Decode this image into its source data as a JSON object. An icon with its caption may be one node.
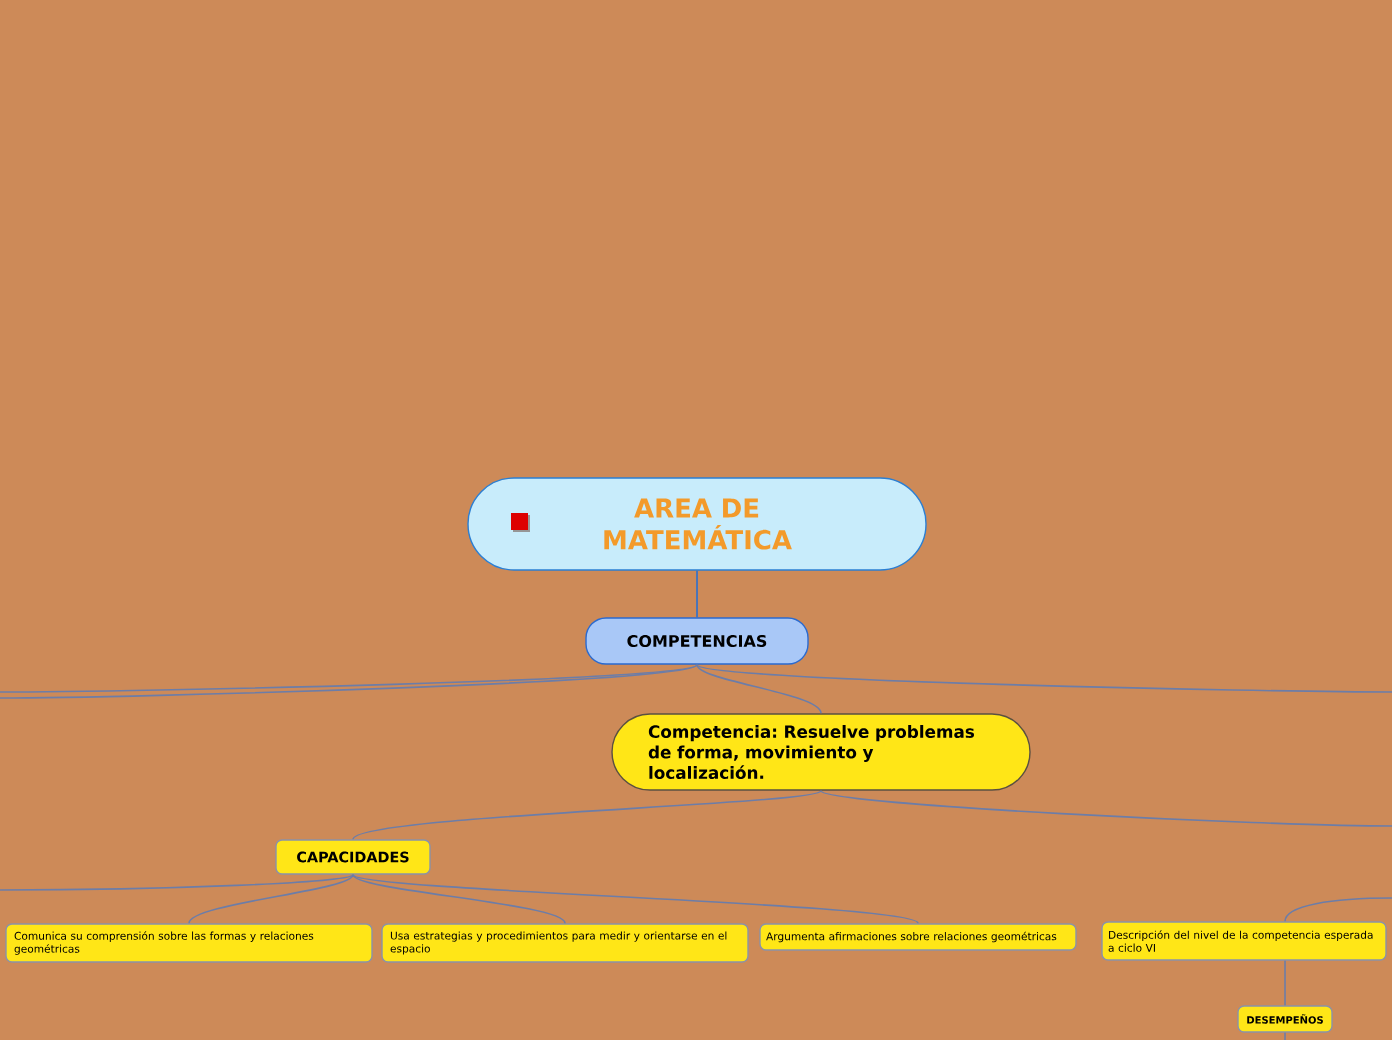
{
  "diagram": {
    "nodes": [
      {
        "text": [
          "AREA DE MATEMÁTICA"
        ]
      },
      {
        "text": [
          "COMPETENCIAS"
        ]
      },
      {
        "text": [
          "Competencia: Resuelve problemas de forma, movimiento y localización."
        ]
      },
      {
        "text": [
          "CAPACIDADES"
        ]
      },
      {
        "text": [
          "Comunica su comprensión sobre las formas y relaciones geométricas"
        ]
      },
      {
        "text": [
          "Usa estrategias y procedimientos para medir y orientarse en el espacio"
        ]
      },
      {
        "text": [
          "Argumenta afirmaciones sobre relaciones geométricas"
        ]
      },
      {
        "text": [
          "Descripción del nivel de la competencia esperada a ciclo VI"
        ]
      },
      {
        "text": [
          "DESEMPEÑOS"
        ]
      }
    ],
    "edges": [
      {
        "from": 0,
        "to": 1,
        "arrow": "none",
        "color": "#2a6fd0"
      },
      {
        "from": 1,
        "to": 2,
        "arrow": "none"
      },
      {
        "from": 1,
        "to": null,
        "arrow": "none"
      },
      {
        "from": 1,
        "to": null,
        "arrow": "none"
      },
      {
        "from": 1,
        "to": null,
        "arrow": "none"
      },
      {
        "from": 2,
        "to": 3,
        "arrow": "none"
      },
      {
        "from": 2,
        "to": null,
        "arrow": "none"
      },
      {
        "from": 3,
        "to": 4,
        "arrow": "none"
      },
      {
        "from": 3,
        "to": 5,
        "arrow": "none"
      },
      {
        "from": 3,
        "to": 6,
        "arrow": "none"
      },
      {
        "from": 3,
        "to": null,
        "arrow": "none"
      },
      {
        "from": 7,
        "to": 8,
        "arrow": "none"
      },
      {
        "from": 7,
        "to": null,
        "arrow": "none"
      },
      {
        "from": 8,
        "to": null,
        "arrow": "none"
      }
    ]
  }
}
